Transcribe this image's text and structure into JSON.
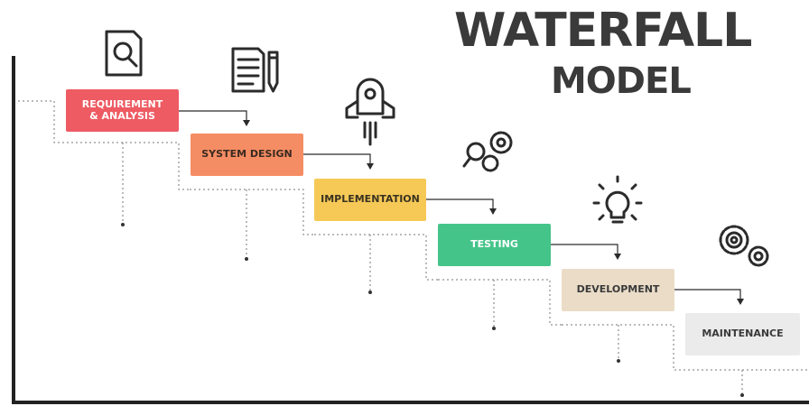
{
  "title": {
    "line1": "WATERFALL",
    "line2": "MODEL"
  },
  "steps": [
    {
      "label": "REQUIREMENT\n& ANALYSIS",
      "color": "#ee5b63",
      "text_color": "#ffffff",
      "icon": "document-search-icon"
    },
    {
      "label": "SYSTEM DESIGN",
      "color": "#f58d64",
      "text_color": "#3a2a20",
      "icon": "notepad-pencil-icon"
    },
    {
      "label": "IMPLEMENTATION",
      "color": "#f6c957",
      "text_color": "#3a3320",
      "icon": "rocket-icon"
    },
    {
      "label": "TESTING",
      "color": "#45c48a",
      "text_color": "#ffffff",
      "icon": "gears-search-icon"
    },
    {
      "label": "DEVELOPMENT",
      "color": "#eadcc7",
      "text_color": "#3a3a3a",
      "icon": "light-bulb-icon"
    },
    {
      "label": "MAINTENANCE",
      "color": "#ebebeb",
      "text_color": "#3a3a3a",
      "icon": "gears-icon"
    }
  ]
}
